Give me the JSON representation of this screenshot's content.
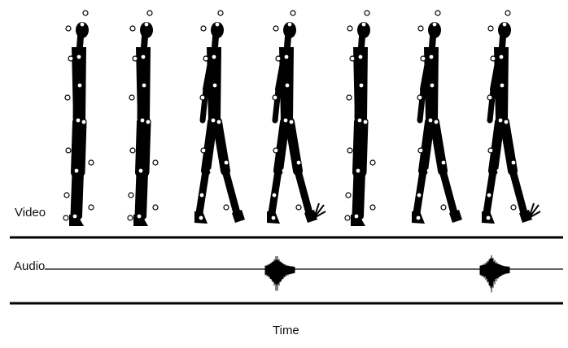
{
  "labels": {
    "video": "Video",
    "audio": "Audio",
    "time": "Time"
  },
  "figures": [
    {
      "pose": "stand",
      "spike": false
    },
    {
      "pose": "stand",
      "spike": false
    },
    {
      "pose": "stride",
      "spike": false
    },
    {
      "pose": "stride",
      "spike": true
    },
    {
      "pose": "stand",
      "spike": false
    },
    {
      "pose": "stride",
      "spike": false
    },
    {
      "pose": "stride",
      "spike": true
    }
  ],
  "audio_bursts": [
    {
      "figure_index": 3
    },
    {
      "figure_index": 6
    }
  ],
  "colors": {
    "figure": "#000000",
    "marker": "#ffffff",
    "line": "#000000"
  }
}
